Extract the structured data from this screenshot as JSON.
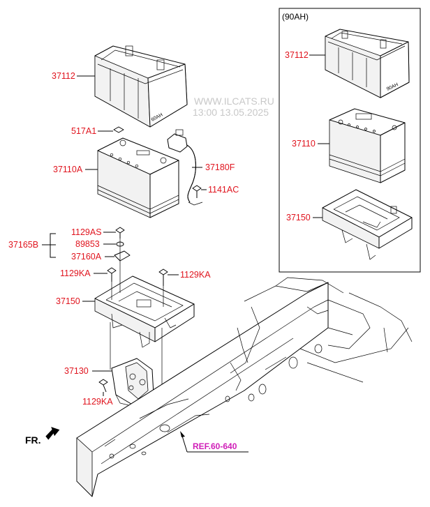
{
  "inset": {
    "header": "(90AH)",
    "labels": {
      "tray": "37112",
      "battery": "37110",
      "bracket": "37150"
    }
  },
  "labels": {
    "tray_cover": "37112",
    "vent_plug": "517A1",
    "battery": "37110A",
    "cable": "37180F",
    "screw_cable": "1141AC",
    "clamp_assy": "37165B",
    "bolt_top": "1129AS",
    "washer": "89853",
    "clamp": "37160A",
    "bolt_left": "1129KA",
    "bolt_right": "1129KA",
    "bracket": "37150",
    "support": "37130",
    "bolt_support": "1129KA"
  },
  "reference": "REF.60-640",
  "front_marker": "FR.",
  "watermark": {
    "line1": "WWW.ILCATS.RU",
    "line2": "13:00 13.05.2025"
  },
  "colors": {
    "part_number": "#e0141e",
    "reference": "#d01fb8",
    "line": "#000000"
  }
}
